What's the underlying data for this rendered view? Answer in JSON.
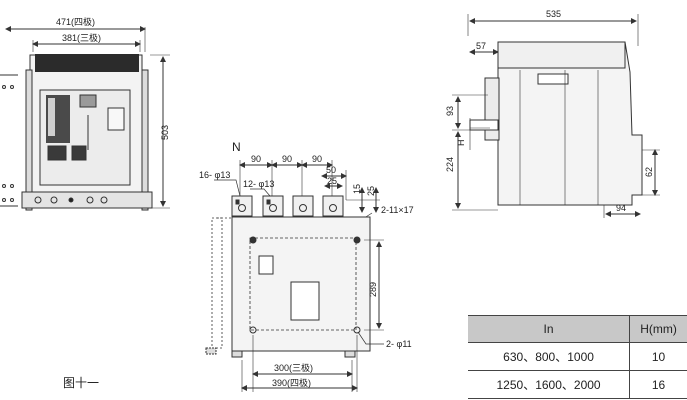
{
  "figure_caption": "图十一",
  "front_view": {
    "width_4pole": "471(四极)",
    "width_3pole": "381(三极)",
    "height": "503"
  },
  "top_view": {
    "side_label": "N",
    "pitch_1": "90",
    "pitch_2": "90",
    "pitch_3": "90",
    "dim_50": "50",
    "dim_25a": "25",
    "dim_15": "15",
    "dim_25b": "25",
    "holes_terminal_16": "16- φ13",
    "holes_terminal_12": "12- φ13",
    "slot_label": "2-11×17",
    "vertical_dim": "289",
    "mount_holes": "2- φ11",
    "base_width_3pole": "300(三极)",
    "base_width_4pole": "390(四极)"
  },
  "side_view": {
    "depth": "535",
    "dim_57": "57",
    "dim_93": "93",
    "dim_H": "H",
    "dim_224": "224",
    "dim_62": "62",
    "dim_94": "94"
  },
  "table": {
    "headers": [
      "In",
      "H(mm)"
    ],
    "rows": [
      [
        "630、800、1000",
        "10"
      ],
      [
        "1250、1600、2000",
        "16"
      ]
    ]
  }
}
